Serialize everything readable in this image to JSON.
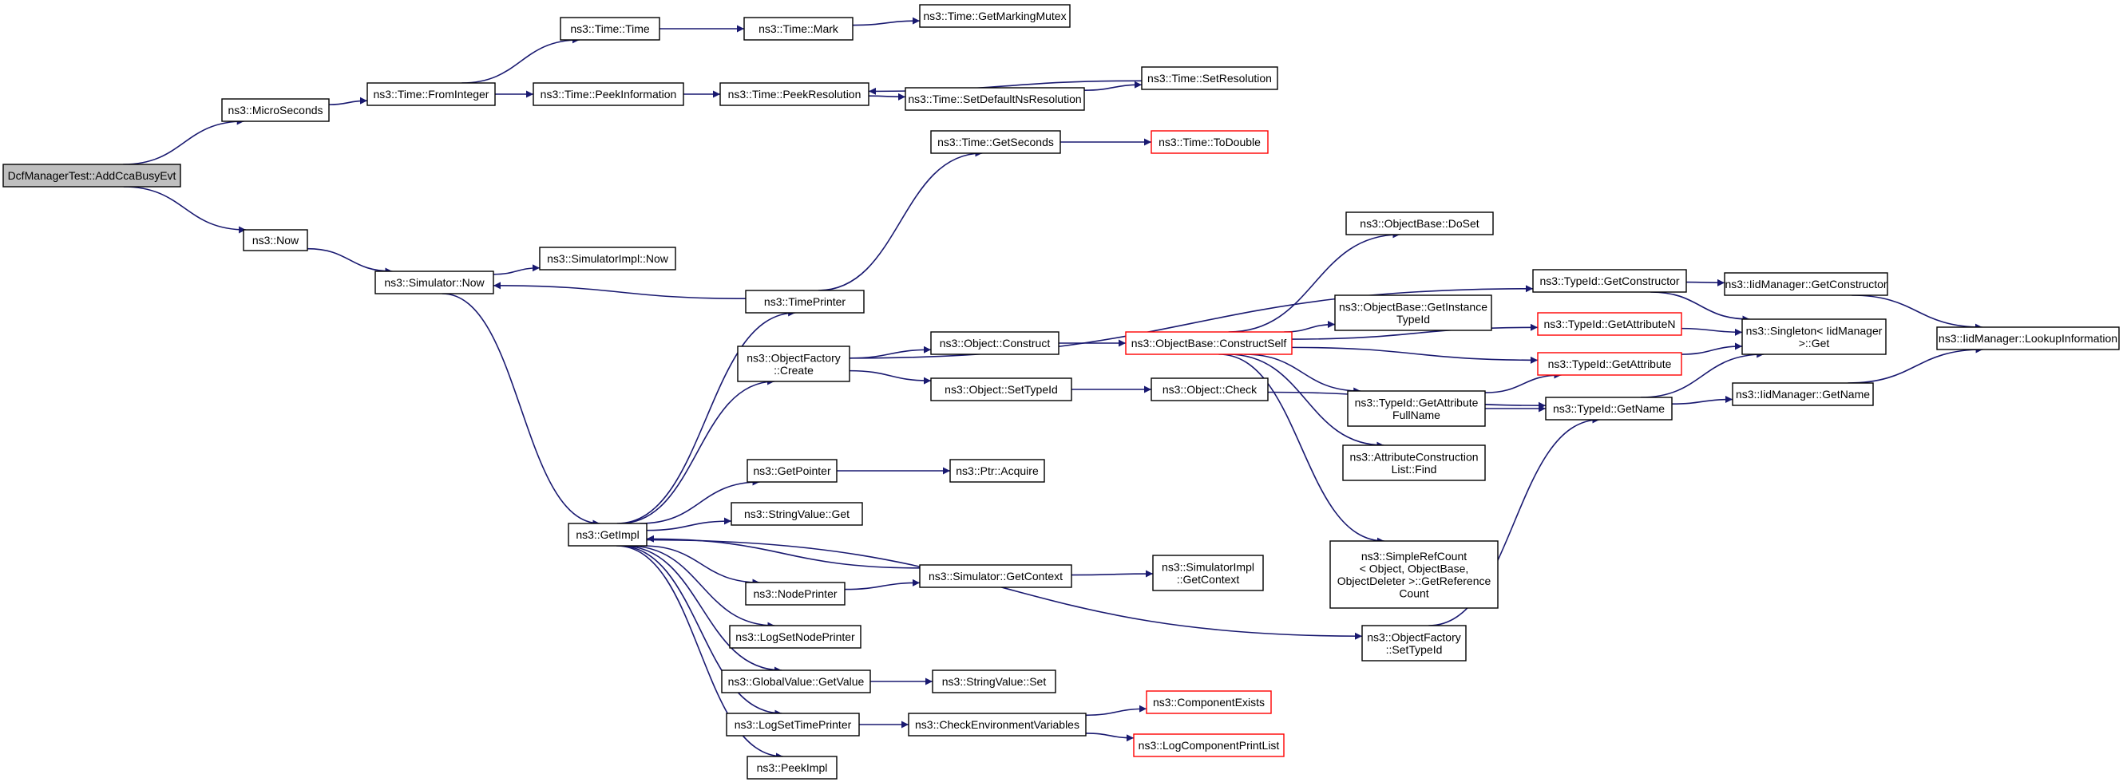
{
  "nodes": [
    {
      "id": "root",
      "lines": [
        "DcfManagerTest::AddCcaBusyEvt"
      ],
      "style": "root"
    },
    {
      "id": "micro",
      "lines": [
        "ns3::MicroSeconds"
      ]
    },
    {
      "id": "now",
      "lines": [
        "ns3::Now"
      ]
    },
    {
      "id": "fromint",
      "lines": [
        "ns3::Time::FromInteger"
      ]
    },
    {
      "id": "timetime",
      "lines": [
        "ns3::Time::Time"
      ]
    },
    {
      "id": "mark",
      "lines": [
        "ns3::Time::Mark"
      ]
    },
    {
      "id": "getmarkmutex",
      "lines": [
        "ns3::Time::GetMarkingMutex"
      ]
    },
    {
      "id": "peekinfo",
      "lines": [
        "ns3::Time::PeekInformation"
      ]
    },
    {
      "id": "peekres",
      "lines": [
        "ns3::Time::PeekResolution"
      ]
    },
    {
      "id": "setdefns",
      "lines": [
        "ns3::Time::SetDefaultNsResolution"
      ]
    },
    {
      "id": "setres",
      "lines": [
        "ns3::Time::SetResolution"
      ]
    },
    {
      "id": "getseconds",
      "lines": [
        "ns3::Time::GetSeconds"
      ]
    },
    {
      "id": "todouble",
      "lines": [
        "ns3::Time::ToDouble"
      ],
      "style": "red"
    },
    {
      "id": "simnow",
      "lines": [
        "ns3::Simulator::Now"
      ]
    },
    {
      "id": "simimplnow",
      "lines": [
        "ns3::SimulatorImpl::Now"
      ]
    },
    {
      "id": "timeprinter",
      "lines": [
        "ns3::TimePrinter"
      ]
    },
    {
      "id": "objfactcreate",
      "lines": [
        "ns3::ObjectFactory",
        "::Create"
      ]
    },
    {
      "id": "objconstruct",
      "lines": [
        "ns3::Object::Construct"
      ]
    },
    {
      "id": "objsettypeid",
      "lines": [
        "ns3::Object::SetTypeId"
      ]
    },
    {
      "id": "constructself",
      "lines": [
        "ns3::ObjectBase::ConstructSelf"
      ],
      "style": "red"
    },
    {
      "id": "objcheck",
      "lines": [
        "ns3::Object::Check"
      ]
    },
    {
      "id": "doset",
      "lines": [
        "ns3::ObjectBase::DoSet"
      ]
    },
    {
      "id": "getinsttypeid",
      "lines": [
        "ns3::ObjectBase::GetInstance",
        "TypeId"
      ]
    },
    {
      "id": "getattrfull",
      "lines": [
        "ns3::TypeId::GetAttribute",
        "FullName"
      ]
    },
    {
      "id": "attrconstfind",
      "lines": [
        "ns3::AttributeConstruction",
        "List::Find"
      ]
    },
    {
      "id": "simplerefcount",
      "lines": [
        "ns3::SimpleRefCount",
        "< Object, ObjectBase,",
        "ObjectDeleter >::GetReference",
        "Count"
      ]
    },
    {
      "id": "getconstructor",
      "lines": [
        "ns3::TypeId::GetConstructor"
      ]
    },
    {
      "id": "getattributen",
      "lines": [
        "ns3::TypeId::GetAttributeN"
      ],
      "style": "red"
    },
    {
      "id": "getattribute",
      "lines": [
        "ns3::TypeId::GetAttribute"
      ],
      "style": "red"
    },
    {
      "id": "typeidgetname",
      "lines": [
        "ns3::TypeId::GetName"
      ]
    },
    {
      "id": "iidgetconstructor",
      "lines": [
        "ns3::IidManager::GetConstructor"
      ]
    },
    {
      "id": "singletonget",
      "lines": [
        "ns3::Singleton< IidManager",
        ">::Get"
      ]
    },
    {
      "id": "iidgetname",
      "lines": [
        "ns3::IidManager::GetName"
      ]
    },
    {
      "id": "lookupinfo",
      "lines": [
        "ns3::IidManager::LookupInformation"
      ]
    },
    {
      "id": "getimpl",
      "lines": [
        "ns3::GetImpl"
      ]
    },
    {
      "id": "getpointer",
      "lines": [
        "ns3::GetPointer"
      ]
    },
    {
      "id": "ptracquire",
      "lines": [
        "ns3::Ptr::Acquire"
      ]
    },
    {
      "id": "stringvalueget",
      "lines": [
        "ns3::StringValue::Get"
      ]
    },
    {
      "id": "nodeprinter",
      "lines": [
        "ns3::NodePrinter"
      ]
    },
    {
      "id": "simgetcontext",
      "lines": [
        "ns3::Simulator::GetContext"
      ]
    },
    {
      "id": "simimplgetcontext",
      "lines": [
        "ns3::SimulatorImpl",
        "::GetContext"
      ]
    },
    {
      "id": "logsetnodeprinter",
      "lines": [
        "ns3::LogSetNodePrinter"
      ]
    },
    {
      "id": "globalvaluegetvalue",
      "lines": [
        "ns3::GlobalValue::GetValue"
      ]
    },
    {
      "id": "stringvalueset",
      "lines": [
        "ns3::StringValue::Set"
      ]
    },
    {
      "id": "logsettimeprinter",
      "lines": [
        "ns3::LogSetTimePrinter"
      ]
    },
    {
      "id": "checkenv",
      "lines": [
        "ns3::CheckEnvironmentVariables"
      ]
    },
    {
      "id": "componentexists",
      "lines": [
        "ns3::ComponentExists"
      ],
      "style": "red"
    },
    {
      "id": "logcomponentprintlist",
      "lines": [
        "ns3::LogComponentPrintList"
      ],
      "style": "red"
    },
    {
      "id": "peekimpl",
      "lines": [
        "ns3::PeekImpl"
      ]
    },
    {
      "id": "objfactsettypeid",
      "lines": [
        "ns3::ObjectFactory",
        "::SetTypeId"
      ]
    }
  ],
  "edges": [
    [
      "root",
      "micro"
    ],
    [
      "root",
      "now"
    ],
    [
      "micro",
      "fromint"
    ],
    [
      "fromint",
      "timetime"
    ],
    [
      "fromint",
      "peekinfo"
    ],
    [
      "timetime",
      "mark"
    ],
    [
      "mark",
      "getmarkmutex"
    ],
    [
      "peekinfo",
      "peekres"
    ],
    [
      "peekres",
      "setdefns"
    ],
    [
      "setdefns",
      "setres"
    ],
    [
      "setres",
      "peekres"
    ],
    [
      "now",
      "simnow"
    ],
    [
      "simnow",
      "simimplnow"
    ],
    [
      "simnow",
      "getimpl"
    ],
    [
      "timeprinter",
      "simnow"
    ],
    [
      "timeprinter",
      "getseconds"
    ],
    [
      "getseconds",
      "todouble"
    ],
    [
      "objfactcreate",
      "getconstructor"
    ],
    [
      "objfactcreate",
      "objconstruct"
    ],
    [
      "objfactcreate",
      "objsettypeid"
    ],
    [
      "objconstruct",
      "constructself"
    ],
    [
      "objsettypeid",
      "objcheck"
    ],
    [
      "constructself",
      "doset"
    ],
    [
      "constructself",
      "getinsttypeid"
    ],
    [
      "constructself",
      "getattributen"
    ],
    [
      "constructself",
      "getattribute"
    ],
    [
      "constructself",
      "getattrfull"
    ],
    [
      "constructself",
      "attrconstfind"
    ],
    [
      "constructself",
      "simplerefcount"
    ],
    [
      "objcheck",
      "typeidgetname"
    ],
    [
      "getattrfull",
      "getattribute"
    ],
    [
      "getattrfull",
      "typeidgetname"
    ],
    [
      "getconstructor",
      "iidgetconstructor"
    ],
    [
      "getconstructor",
      "singletonget"
    ],
    [
      "getattributen",
      "singletonget"
    ],
    [
      "getattribute",
      "singletonget"
    ],
    [
      "typeidgetname",
      "singletonget"
    ],
    [
      "typeidgetname",
      "iidgetname"
    ],
    [
      "iidgetconstructor",
      "lookupinfo"
    ],
    [
      "iidgetname",
      "lookupinfo"
    ],
    [
      "getimpl",
      "timeprinter"
    ],
    [
      "getimpl",
      "objfactcreate"
    ],
    [
      "getimpl",
      "objfactsettypeid"
    ],
    [
      "getimpl",
      "getpointer"
    ],
    [
      "getimpl",
      "stringvalueget"
    ],
    [
      "getimpl",
      "nodeprinter"
    ],
    [
      "getimpl",
      "logsetnodeprinter"
    ],
    [
      "getimpl",
      "globalvaluegetvalue"
    ],
    [
      "getimpl",
      "logsettimeprinter"
    ],
    [
      "getimpl",
      "peekimpl"
    ],
    [
      "getpointer",
      "ptracquire"
    ],
    [
      "nodeprinter",
      "simgetcontext"
    ],
    [
      "simgetcontext",
      "getimpl"
    ],
    [
      "simgetcontext",
      "simimplgetcontext"
    ],
    [
      "globalvaluegetvalue",
      "stringvalueset"
    ],
    [
      "logsettimeprinter",
      "checkenv"
    ],
    [
      "checkenv",
      "componentexists"
    ],
    [
      "checkenv",
      "logcomponentprintlist"
    ],
    [
      "objfactsettypeid",
      "typeidgetname"
    ]
  ]
}
